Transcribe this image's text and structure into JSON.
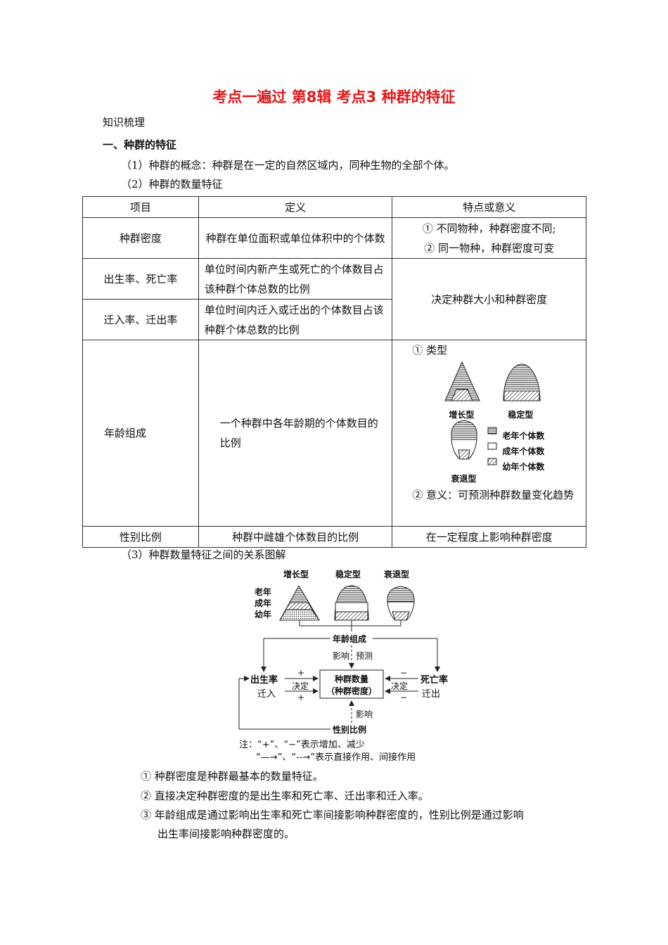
{
  "doc": {
    "title": "考点一遍过 第8辑 考点3 种群的特征",
    "section_label": "知识梳理",
    "heading1": "一、种群的特征",
    "p1": "（1）种群的概念：种群是在一定的自然区域内，同种生物的全部个体。",
    "p2": "（2）种群的数量特征",
    "p3": "（3）种群数量特征之间的关系图解"
  },
  "table": {
    "headers": [
      "项目",
      "定义",
      "特点或意义"
    ],
    "rows": [
      {
        "item": "种群密度",
        "def": "种群在单位面积或单位体积中的个体数",
        "mean1": "① 不同物种，种群密度不同;",
        "mean2": "② 同一物种，种群密度可变"
      },
      {
        "item": "出生率、死亡率",
        "def": "单位时间内新产生或死亡的个体数目占该种群个体总数的比例",
        "mean": "决定种群大小和种群密度"
      },
      {
        "item": "迁入率、迁出率",
        "def": "单位时间内迁入或迁出的个体数目占该种群个体总数的比例"
      },
      {
        "item": "年龄组成",
        "def": "一个种群中各年龄期的个体数目的比例",
        "type_label": "① 类型",
        "meaning": "② 意义：可预测种群数量变化趋势"
      },
      {
        "item": "性别比例",
        "def": "种群中雌雄个体数目的比例",
        "mean": "在一定程度上影响种群密度"
      }
    ]
  },
  "pyramids": {
    "growth": "增长型",
    "stable": "稳定型",
    "decline": "衰退型",
    "legend_old": "老年个体数",
    "legend_adult": "成年个体数",
    "legend_young": "幼年个体数"
  },
  "diagram": {
    "growth": "增长型",
    "stable": "稳定型",
    "decline": "衰退型",
    "old": "老年",
    "adult": "成年",
    "young": "幼年",
    "age_structure": "年龄组成",
    "influence": "影响",
    "predict": "预测",
    "birth_rate": "出生率",
    "immigration": "迁入",
    "death_rate": "死亡率",
    "emigration": "迁出",
    "decide_left": "决定",
    "decide_right": "决定",
    "plus1": "+",
    "plus2": "+",
    "minus1": "−",
    "minus2": "−",
    "center1": "种群数量",
    "center2": "（种群密度）",
    "influence2": "影响",
    "sex_ratio": "性别比例",
    "note1": "注：“+”、“−”表示增加、减少",
    "note2": "“—→”、“--→”表示直接作用、间接作用"
  },
  "points": {
    "p1": "① 种群密度是种群最基本的数量特征。",
    "p2": "② 直接决定种群密度的是出生率和死亡率、迁出率和迁入率。",
    "p3a": "③ 年龄组成是通过影响出生率和死亡率间接影响种群密度的，性别比例是通过影响",
    "p3b": "出生率间接影响种群密度的。"
  }
}
